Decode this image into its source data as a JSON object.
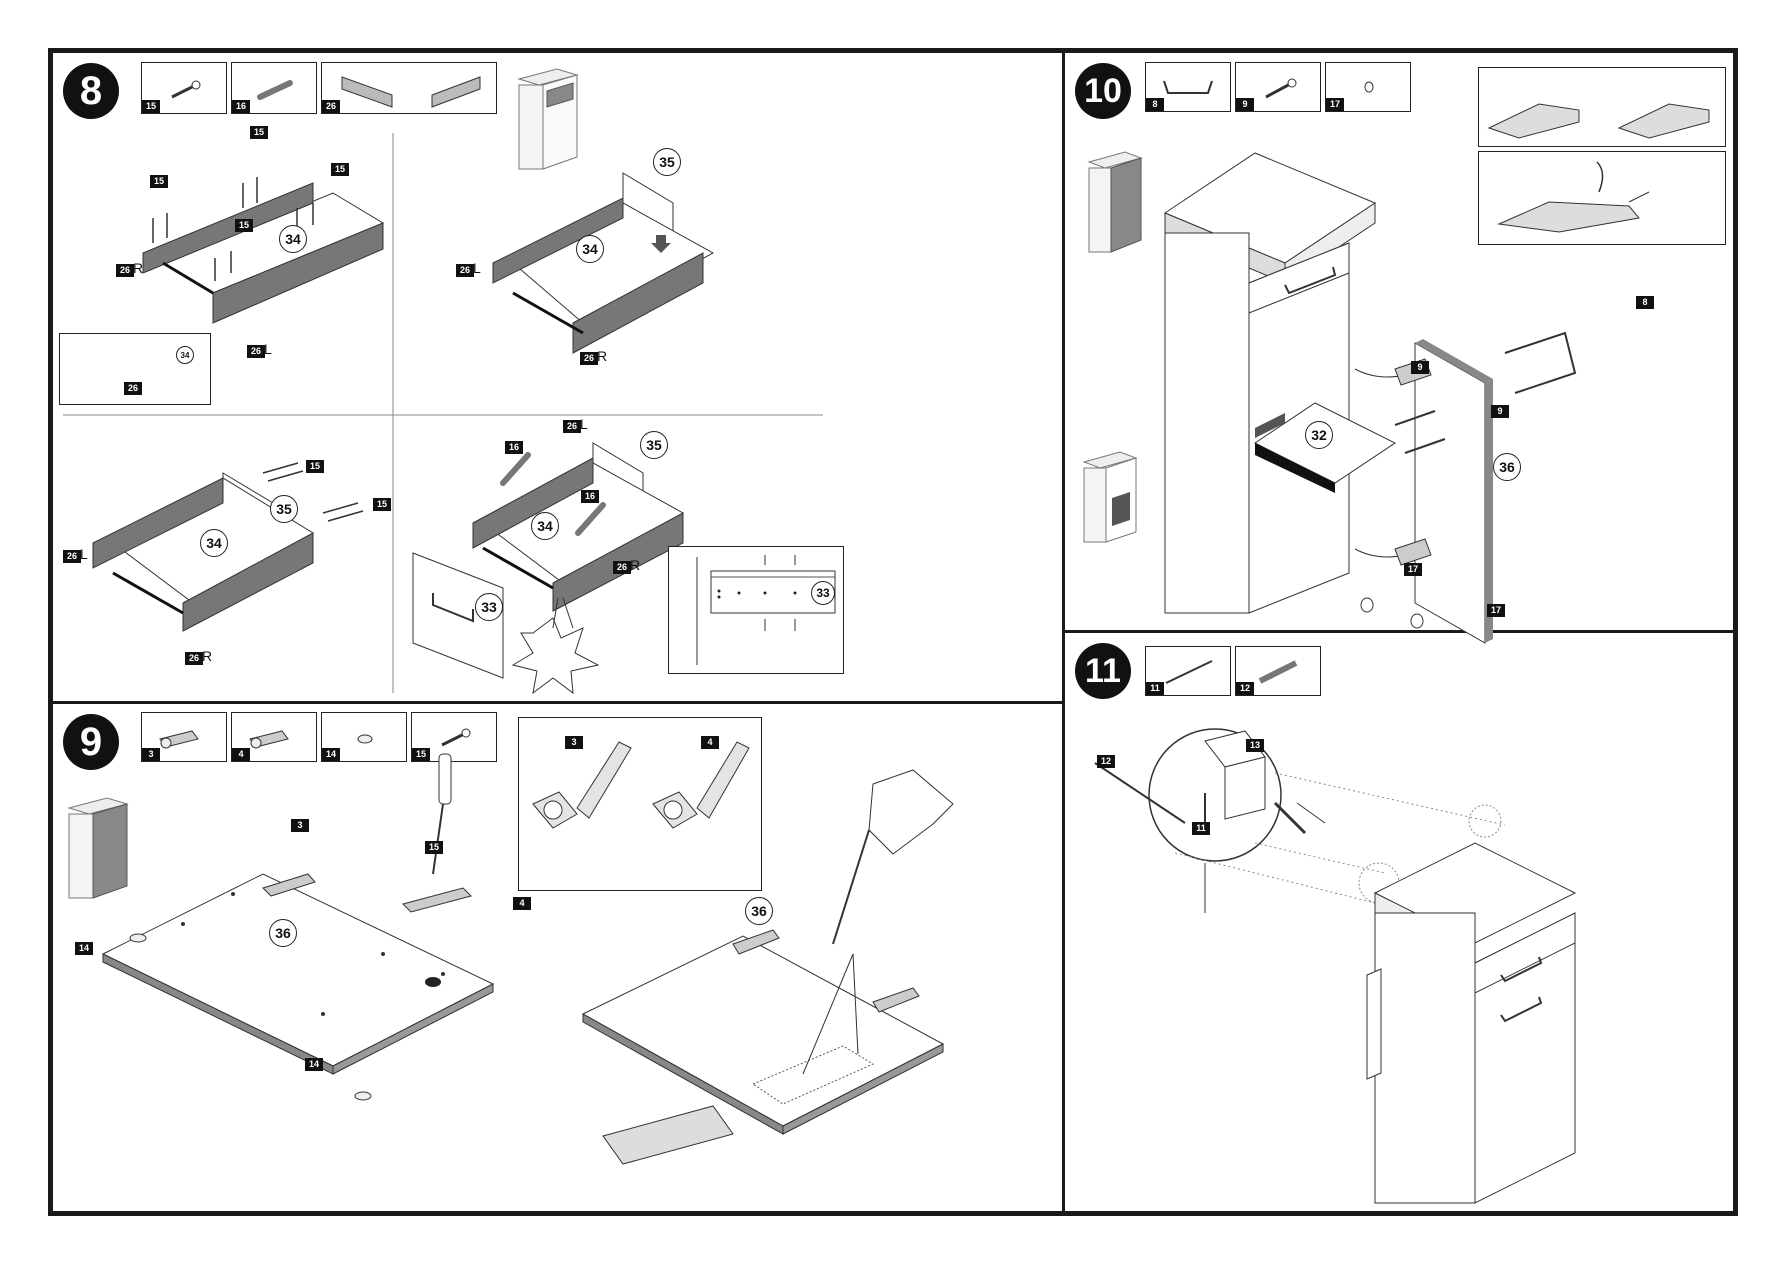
{
  "steps": {
    "s8": "8",
    "s9": "9",
    "s10": "10",
    "s11": "11"
  },
  "parts": {
    "p15": "15",
    "p16": "16",
    "p26": "26",
    "p8": "8",
    "p9": "9",
    "p17": "17",
    "p3": "3",
    "p4": "4",
    "p14": "14",
    "p11": "11",
    "p12": "12",
    "p13": "13"
  },
  "labels": {
    "n32": "32",
    "n33": "33",
    "n34": "34",
    "n35": "35",
    "n36": "36",
    "R": "R",
    "L": "L"
  }
}
